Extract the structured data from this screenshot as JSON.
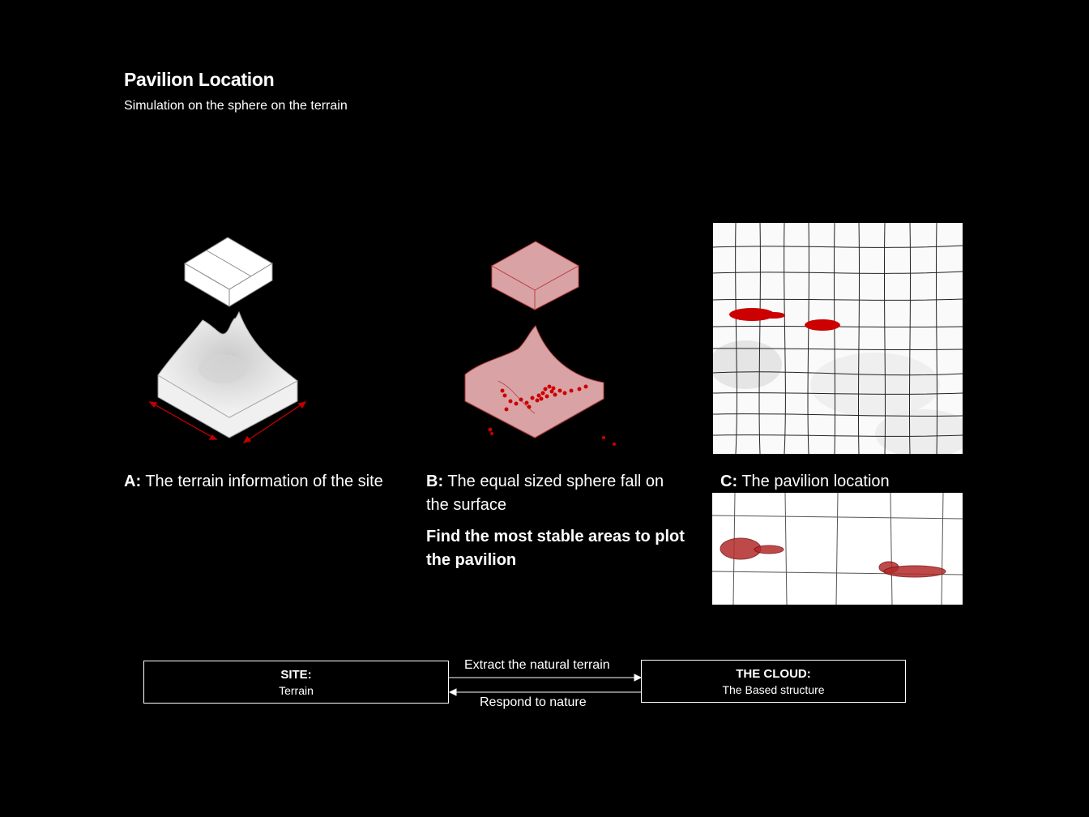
{
  "header": {
    "title": "Pavilion Location",
    "subtitle": "Simulation on the sphere on the terrain"
  },
  "panels": {
    "a": {
      "prefix": "A:",
      "text": "The terrain information of the site"
    },
    "b": {
      "prefix": "B:",
      "text": "The equal sized sphere fall on the surface",
      "note": "Find the most stable areas to plot the pavilion"
    },
    "c": {
      "prefix": "C:",
      "text": "The pavilion location"
    }
  },
  "flow": {
    "site": {
      "title": "SITE:",
      "subtitle": "Terrain"
    },
    "cloud": {
      "title": "THE CLOUD:",
      "subtitle": "The Based structure"
    },
    "forward_label": "Extract the natural terrain",
    "backward_label": "Respond to nature"
  },
  "colors": {
    "accent_red": "#cc0000",
    "pink_fill": "#d9a3a6",
    "background": "#000000"
  }
}
